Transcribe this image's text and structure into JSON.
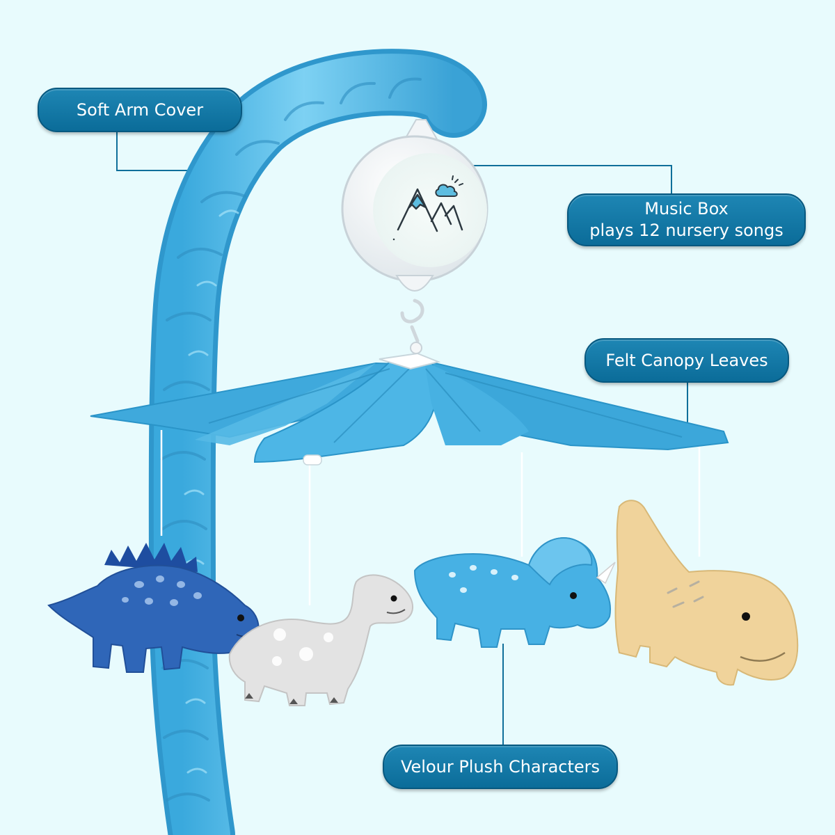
{
  "callouts": {
    "arm_cover": "Soft Arm Cover",
    "music_box_line1": "Music Box",
    "music_box_line2": "plays 12 nursery songs",
    "canopy_leaves": "Felt Canopy Leaves",
    "plush_characters": "Velour Plush Characters"
  },
  "colors": {
    "background": "#e8fbfd",
    "callout_fill": "#0f77a6",
    "leader_line": "#0f6f9a",
    "arm_blue": "#5cc1ec",
    "felt_blue": "#4ab5e3",
    "dino_navy": "#2d66b6",
    "dino_grey": "#dcdcdc",
    "dino_aqua": "#48b2e4",
    "dino_yellow": "#f0d39b"
  },
  "icons": [
    "music-box-mountain-logo",
    "cloud-icon"
  ]
}
